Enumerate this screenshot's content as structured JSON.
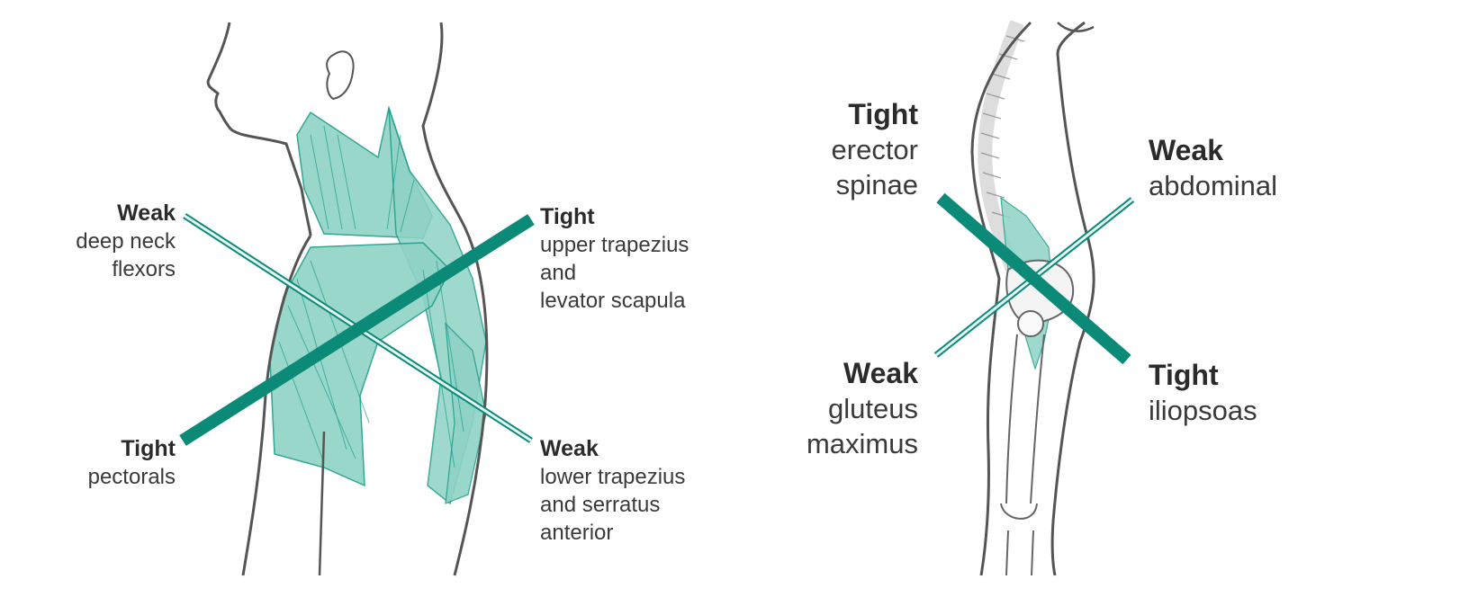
{
  "colors": {
    "accent": "#0b8a78",
    "muscle_fill": "#8fd3c6",
    "muscle_stroke": "#1e9e89",
    "outline": "#555555",
    "weak_line_fill": "#e6f6f3"
  },
  "upper_crossed": {
    "labels": [
      {
        "head": "Weak",
        "lines": [
          "deep neck",
          "flexors"
        ]
      },
      {
        "head": "Tight",
        "lines": [
          "upper trapezius",
          "and",
          "levator scapula"
        ]
      },
      {
        "head": "Tight",
        "lines": [
          "pectorals"
        ]
      },
      {
        "head": "Weak",
        "lines": [
          "lower trapezius",
          "and serratus",
          "anterior"
        ]
      }
    ]
  },
  "lower_crossed": {
    "labels": [
      {
        "head": "Tight",
        "lines": [
          "erector",
          "spinae"
        ]
      },
      {
        "head": "Weak",
        "lines": [
          "abdominal"
        ]
      },
      {
        "head": "Weak",
        "lines": [
          "gluteus",
          "maximus"
        ]
      },
      {
        "head": "Tight",
        "lines": [
          "iliopsoas"
        ]
      }
    ]
  }
}
